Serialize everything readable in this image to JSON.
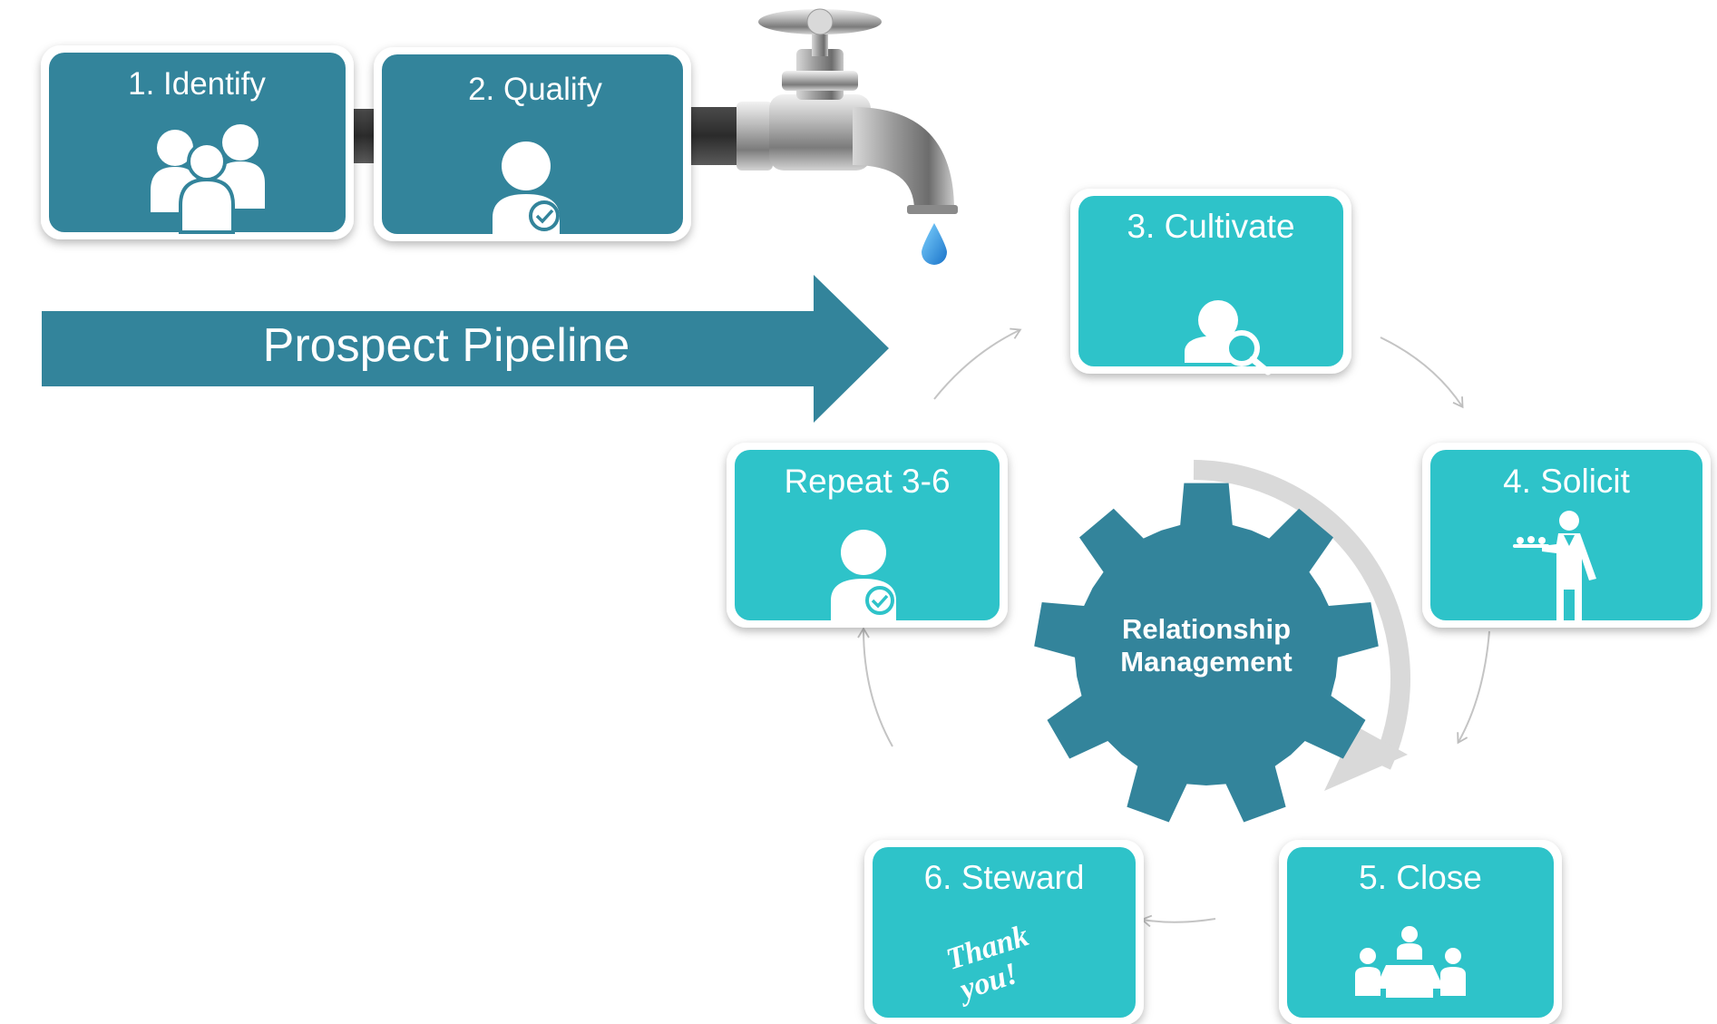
{
  "pipeline": {
    "label": "Prospect Pipeline",
    "steps": [
      {
        "label": "1. Identify",
        "icon": "group-people-icon"
      },
      {
        "label": "2. Qualify",
        "icon": "person-check-icon"
      }
    ],
    "color": "#33849B"
  },
  "cycle": {
    "color": "#2EC3C9",
    "center": {
      "line1": "Relationship",
      "line2": "Management",
      "icon": "gear-icon",
      "color": "#33849B"
    },
    "steps": [
      {
        "label": "3. Cultivate",
        "icon": "person-search-icon"
      },
      {
        "label": "4. Solicit",
        "icon": "waiter-serving-icon"
      },
      {
        "label": "5. Close",
        "icon": "meeting-table-icon"
      },
      {
        "label": "6. Steward",
        "icon": "thank-you-icon",
        "icon_text": [
          "Thank",
          "you!"
        ]
      },
      {
        "label": "Repeat 3-6",
        "icon": "person-check-icon"
      }
    ]
  },
  "decor": {
    "faucet_icon": "water-faucet-icon",
    "drop_icon": "water-drop-icon"
  }
}
